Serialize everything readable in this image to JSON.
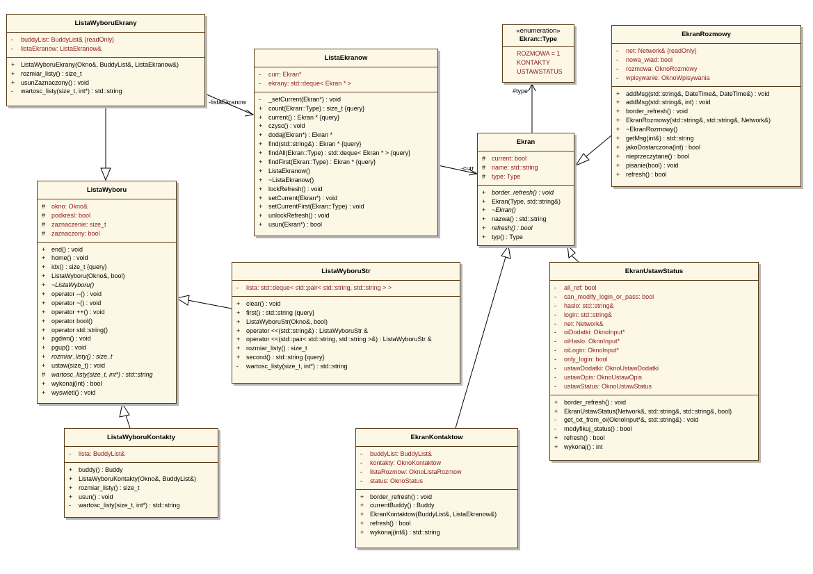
{
  "classes": {
    "listaWyboruEkrany": {
      "name": "ListaWyboruEkrany",
      "attributes": [
        {
          "vis": "-",
          "text": "buddyList:  BuddyList& {readOnly}"
        },
        {
          "vis": "-",
          "text": "listaEkranow:  ListaEkranow&"
        }
      ],
      "operations": [
        {
          "vis": "+",
          "text": "ListaWyboruEkrany(Okno&, BuddyList&, ListaEkranow&)"
        },
        {
          "vis": "+",
          "text": "rozmiar_listy() : size_t"
        },
        {
          "vis": "+",
          "text": "usunZaznaczony() : void"
        },
        {
          "vis": "-",
          "text": "wartosc_listy(size_t, int*) : std::string"
        }
      ]
    },
    "listaEkranow": {
      "name": "ListaEkranow",
      "attributes": [
        {
          "vis": "-",
          "text": "curr:  Ekran*"
        },
        {
          "vis": "-",
          "text": "ekrany:  std::deque< Ekran * >"
        }
      ],
      "operations": [
        {
          "vis": "-",
          "text": "_setCurrent(Ekran*) : void"
        },
        {
          "vis": "+",
          "text": "count(Ekran::Type) : size_t {query}"
        },
        {
          "vis": "+",
          "text": "current() : Ekran * {query}"
        },
        {
          "vis": "+",
          "text": "czysc() : void"
        },
        {
          "vis": "+",
          "text": "dodaj(Ekran*) : Ekran *"
        },
        {
          "vis": "+",
          "text": "find(std::string&) : Ekran * {query}"
        },
        {
          "vis": "+",
          "text": "findAll(Ekran::Type) : std::deque< Ekran * > {query}"
        },
        {
          "vis": "+",
          "text": "findFirst(Ekran::Type) : Ekran * {query}"
        },
        {
          "vis": "+",
          "text": "ListaEkranow()"
        },
        {
          "vis": "+",
          "text": "~ListaEkranow()"
        },
        {
          "vis": "+",
          "text": "lockRefresh() : void"
        },
        {
          "vis": "+",
          "text": "setCurrent(Ekran*) : void"
        },
        {
          "vis": "+",
          "text": "setCurrentFirst(Ekran::Type) : void"
        },
        {
          "vis": "+",
          "text": "unlockRefresh() : void"
        },
        {
          "vis": "+",
          "text": "usun(Ekran*) : bool"
        }
      ]
    },
    "enumType": {
      "stereotype": "«enumeration»",
      "name": "Ekran::Type",
      "literals": [
        "ROZMOWA = 1",
        "KONTAKTY",
        "USTAWSTATUS"
      ]
    },
    "ekranRozmowy": {
      "name": "EkranRozmowy",
      "attributes": [
        {
          "vis": "-",
          "text": "net:  Network& {readOnly}"
        },
        {
          "vis": "-",
          "text": "nowa_wiad:  bool"
        },
        {
          "vis": "-",
          "text": "rozmowa:  OknoRozmowy"
        },
        {
          "vis": "-",
          "text": "wpisywanie:  OknoWpisywania"
        }
      ],
      "operations": [
        {
          "vis": "+",
          "text": "addMsg(std::string&, DateTime&, DateTime&) : void"
        },
        {
          "vis": "+",
          "text": "addMsg(std::string&, int) : void"
        },
        {
          "vis": "+",
          "text": "border_refresh() : void"
        },
        {
          "vis": "+",
          "text": "EkranRozmowy(std::string&, std::string&, Network&)"
        },
        {
          "vis": "+",
          "text": "~EkranRozmowy()"
        },
        {
          "vis": "+",
          "text": "getMsg(int&) : std::string"
        },
        {
          "vis": "+",
          "text": "jakoDostarczona(int) : bool"
        },
        {
          "vis": "+",
          "text": "nieprzeczytane() : bool"
        },
        {
          "vis": "+",
          "text": "pisanie(bool) : void"
        },
        {
          "vis": "+",
          "text": "refresh() : bool"
        }
      ]
    },
    "ekran": {
      "name": "Ekran",
      "attributes": [
        {
          "vis": "#",
          "text": "current:  bool"
        },
        {
          "vis": "#",
          "text": "name:  std::string"
        },
        {
          "vis": "#",
          "text": "type:  Type"
        }
      ],
      "operations": [
        {
          "vis": "+",
          "text": "border_refresh() : void",
          "italic": true
        },
        {
          "vis": "+",
          "text": "Ekran(Type, std::string&)"
        },
        {
          "vis": "+",
          "text": "~Ekran()",
          "italic": true
        },
        {
          "vis": "+",
          "text": "nazwa() : std::string"
        },
        {
          "vis": "+",
          "text": "refresh() : bool",
          "italic": true
        },
        {
          "vis": "+",
          "text": "typ() : Type"
        }
      ]
    },
    "listaWyboru": {
      "name": "ListaWyboru",
      "attributes": [
        {
          "vis": "#",
          "text": "okno:  Okno&"
        },
        {
          "vis": "#",
          "text": "podkresl:  bool"
        },
        {
          "vis": "#",
          "text": "zaznaczenie:  size_t"
        },
        {
          "vis": "#",
          "text": "zaznaczony:  bool"
        }
      ],
      "operations": [
        {
          "vis": "+",
          "text": "end() : void"
        },
        {
          "vis": "+",
          "text": "home() : void"
        },
        {
          "vis": "+",
          "text": "idx() : size_t {query}"
        },
        {
          "vis": "+",
          "text": "ListaWyboru(Okno&, bool)"
        },
        {
          "vis": "+",
          "text": "~ListaWyboru()",
          "italic": true
        },
        {
          "vis": "+",
          "text": "operator --() : void"
        },
        {
          "vis": "+",
          "text": "operator ~() : void"
        },
        {
          "vis": "+",
          "text": "operator ++() : void"
        },
        {
          "vis": "+",
          "text": "operator bool()"
        },
        {
          "vis": "+",
          "text": "operator std::string()"
        },
        {
          "vis": "+",
          "text": "pgdwn() : void"
        },
        {
          "vis": "+",
          "text": "pgup() : void"
        },
        {
          "vis": "+",
          "text": "rozmiar_listy() : size_t",
          "italic": true
        },
        {
          "vis": "+",
          "text": "ustaw(size_t) : void"
        },
        {
          "vis": "#",
          "text": "wartosc_listy(size_t, int*) : std::string",
          "italic": true
        },
        {
          "vis": "+",
          "text": "wykonaj(int) : bool"
        },
        {
          "vis": "+",
          "text": "wyswietl() : void"
        }
      ]
    },
    "listaWyboruStr": {
      "name": "ListaWyboruStr",
      "attributes": [
        {
          "vis": "-",
          "text": "lista:  std::deque< std::pair< std::string, std::string > >"
        }
      ],
      "operations": [
        {
          "vis": "+",
          "text": "clear() : void"
        },
        {
          "vis": "+",
          "text": "first() : std::string {query}"
        },
        {
          "vis": "+",
          "text": "ListaWyboruStr(Okno&, bool)"
        },
        {
          "vis": "+",
          "text": "operator <<(std::string&) : ListaWyboruStr &"
        },
        {
          "vis": "+",
          "text": "operator <<(std::pair< std::string, std::string >&) : ListaWyboruStr &"
        },
        {
          "vis": "+",
          "text": "rozmiar_listy() : size_t"
        },
        {
          "vis": "+",
          "text": "second() : std::string {query}"
        },
        {
          "vis": "-",
          "text": "wartosc_listy(size_t, int*) : std::string"
        }
      ]
    },
    "ekranUstawStatus": {
      "name": "EkranUstawStatus",
      "attributes": [
        {
          "vis": "-",
          "text": "all_ref:  bool"
        },
        {
          "vis": "-",
          "text": "can_modify_login_or_pass:  bool"
        },
        {
          "vis": "-",
          "text": "haslo:  std::string&"
        },
        {
          "vis": "-",
          "text": "login:  std::string&"
        },
        {
          "vis": "-",
          "text": "net:  Network&"
        },
        {
          "vis": "-",
          "text": "oiDodatki:  OknoInput*"
        },
        {
          "vis": "-",
          "text": "oiHaslo:  OknoInput*"
        },
        {
          "vis": "-",
          "text": "oiLogin:  OknoInput*"
        },
        {
          "vis": "-",
          "text": "only_login:  bool"
        },
        {
          "vis": "-",
          "text": "ustawDodatki:  OknoUstawDodatki"
        },
        {
          "vis": "-",
          "text": "ustawOpis:  OknoUstawOpis"
        },
        {
          "vis": "-",
          "text": "ustawStatus:  OknoUstawStatus"
        }
      ],
      "operations": [
        {
          "vis": "+",
          "text": "border_refresh() : void"
        },
        {
          "vis": "+",
          "text": "EkranUstawStatus(Network&, std::string&, std::string&, bool)"
        },
        {
          "vis": "-",
          "text": "get_txt_from_oi(OknoInput*&, std::string&) : void"
        },
        {
          "vis": "-",
          "text": "modyfikuj_status() : bool"
        },
        {
          "vis": "+",
          "text": "refresh() : bool"
        },
        {
          "vis": "+",
          "text": "wykonaj() : int"
        }
      ]
    },
    "listaWyboruKontakty": {
      "name": "ListaWyboruKontakty",
      "attributes": [
        {
          "vis": "-",
          "text": "lista:  BuddyList&"
        }
      ],
      "operations": [
        {
          "vis": "+",
          "text": "buddy() : Buddy"
        },
        {
          "vis": "+",
          "text": "ListaWyboruKontakty(Okno&, BuddyList&)"
        },
        {
          "vis": "+",
          "text": "rozmiar_listy() : size_t"
        },
        {
          "vis": "+",
          "text": "usun() : void"
        },
        {
          "vis": "-",
          "text": "wartosc_listy(size_t, int*) : std::string"
        }
      ]
    },
    "ekranKontaktow": {
      "name": "EkranKontaktow",
      "attributes": [
        {
          "vis": "-",
          "text": "buddyList:  BuddyList&"
        },
        {
          "vis": "-",
          "text": "kontakty:  OknoKontaktow"
        },
        {
          "vis": "-",
          "text": "listaRozmow:  OknoListaRozmow"
        },
        {
          "vis": "-",
          "text": "status:  OknoStatus"
        }
      ],
      "operations": [
        {
          "vis": "+",
          "text": "border_refresh() : void"
        },
        {
          "vis": "+",
          "text": "currentBuddy() : Buddy"
        },
        {
          "vis": "+",
          "text": "EkranKontaktow(BuddyList&, ListaEkranow&)"
        },
        {
          "vis": "+",
          "text": "refresh() : bool"
        },
        {
          "vis": "+",
          "text": "wykonaj(int&) : std::string"
        }
      ]
    }
  },
  "labels": {
    "listaEkranowRole": "-listaEkranow",
    "currRole": "-curr",
    "typeRole": "#type"
  }
}
